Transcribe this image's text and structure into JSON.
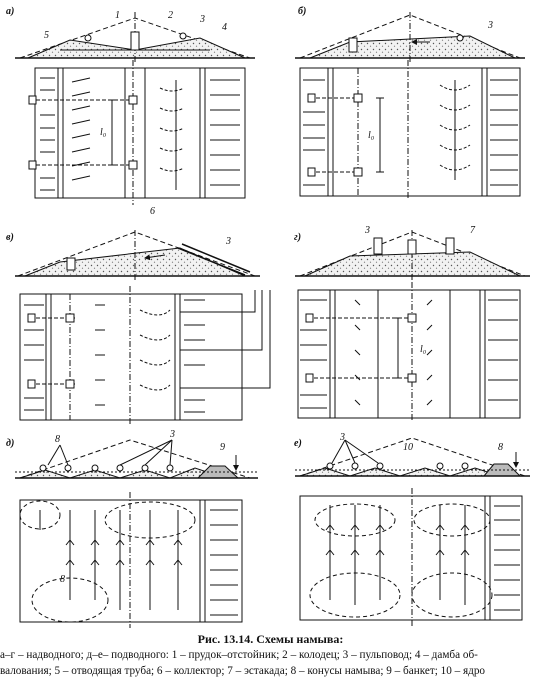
{
  "panels": [
    {
      "letter": "а)",
      "numbers": [
        "1",
        "2",
        "3",
        "4",
        "5",
        "6"
      ],
      "dim_label": "l₀"
    },
    {
      "letter": "б)",
      "numbers": [
        "3"
      ],
      "dim_label": "l₀"
    },
    {
      "letter": "в)",
      "numbers": [
        "3"
      ]
    },
    {
      "letter": "г)",
      "numbers": [
        "3",
        "7"
      ],
      "dim_label": "l₀"
    },
    {
      "letter": "д)",
      "numbers": [
        "8",
        "3",
        "9",
        "8"
      ]
    },
    {
      "letter": "е)",
      "numbers": [
        "3",
        "10",
        "8"
      ]
    }
  ],
  "caption": {
    "title": "Рис. 13.14. Схемы намыва:",
    "line1": "а–г – надводного; д–е– подводного: 1 – прудок–отстойник; 2 – колодец; 3 – пульповод; 4 – дамба об-",
    "line2": "валования; 5 – отводящая труба; 6 – коллектор; 7 – эстакада; 8 – конусы намыва; 9 – банкет; 10 – ядро"
  }
}
